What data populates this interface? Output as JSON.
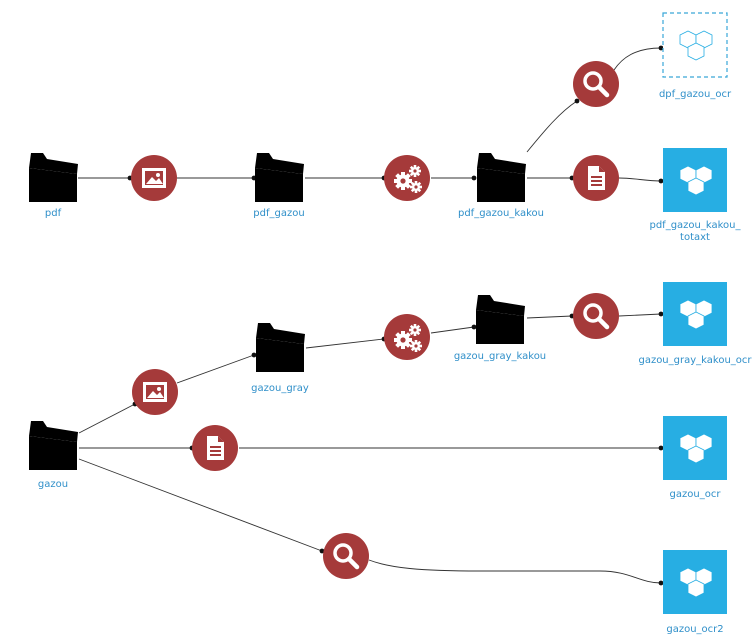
{
  "flow": {
    "folders": {
      "pdf": "pdf",
      "pdf_gazou": "pdf_gazou",
      "pdf_gazou_kakou": "pdf_gazou_kakou",
      "gazou": "gazou",
      "gazou_gray": "gazou_gray",
      "gazou_gray_kakou": "gazou_gray_kakou"
    },
    "datasets": {
      "dpf_gazou_ocr": "dpf_gazou_ocr",
      "pdf_gazou_kakou_totaxt_line1": "pdf_gazou_kakou_",
      "pdf_gazou_kakou_totaxt_line2": "totaxt",
      "gazou_gray_kakou_ocr": "gazou_gray_kakou_ocr",
      "gazou_ocr": "gazou_ocr",
      "gazou_ocr2": "gazou_ocr2"
    },
    "recipe_icons": {
      "image": "image-icon",
      "gears": "gears-icon",
      "search": "search-icon",
      "document": "document-icon"
    },
    "colors": {
      "recipe": "#a53a3a",
      "dataset": "#27aee3",
      "folder_stroke": "#3aa7d8",
      "label": "#2f8fc9",
      "edge": "#333333"
    }
  }
}
